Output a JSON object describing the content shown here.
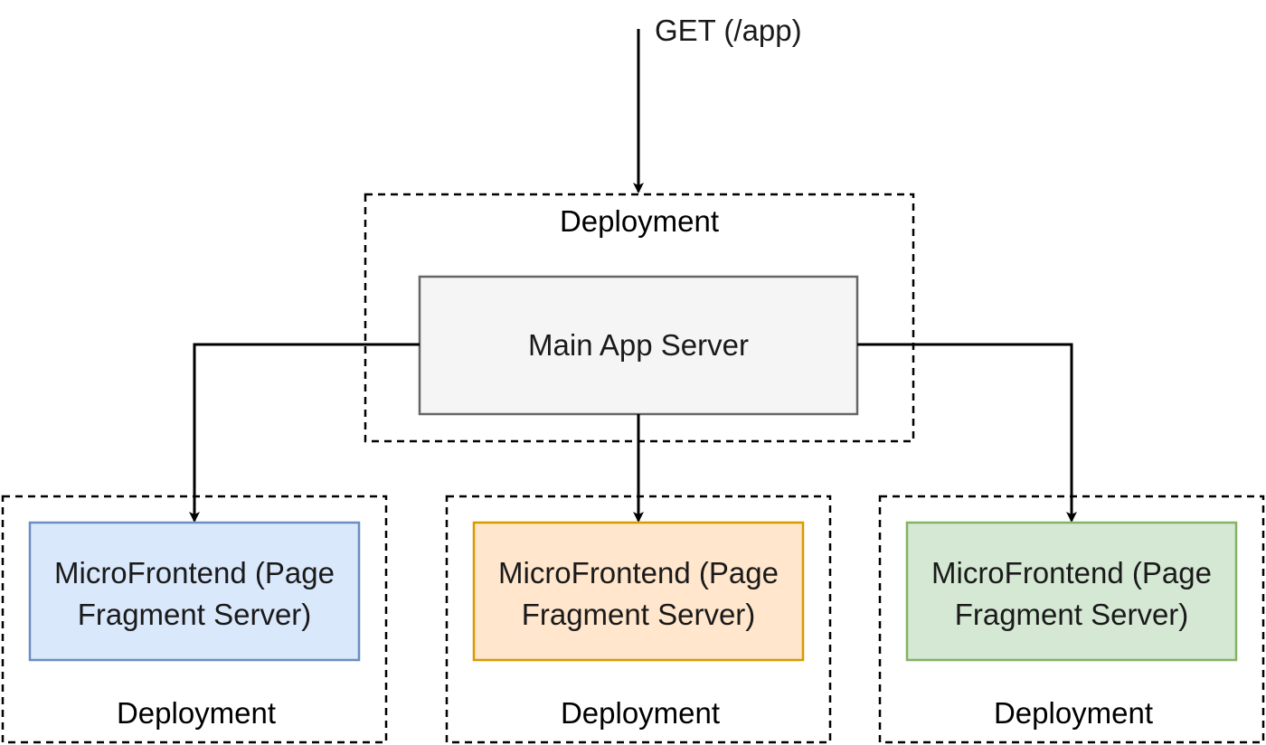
{
  "request": {
    "label": "GET (/app)"
  },
  "main_deployment": {
    "label": "Deployment",
    "server": {
      "label": "Main App Server",
      "fill": "#f5f5f5",
      "stroke": "#666666"
    }
  },
  "fragments": [
    {
      "line1": "MicroFrontend (Page",
      "line2": "Fragment Server)",
      "deployment_label": "Deployment",
      "fill": "#dae8fc",
      "stroke": "#6c8ebf"
    },
    {
      "line1": "MicroFrontend (Page",
      "line2": "Fragment Server)",
      "deployment_label": "Deployment",
      "fill": "#ffe6cc",
      "stroke": "#d79b00"
    },
    {
      "line1": "MicroFrontend (Page",
      "line2": "Fragment Server)",
      "deployment_label": "Deployment",
      "fill": "#d5e8d4",
      "stroke": "#82b366"
    }
  ]
}
